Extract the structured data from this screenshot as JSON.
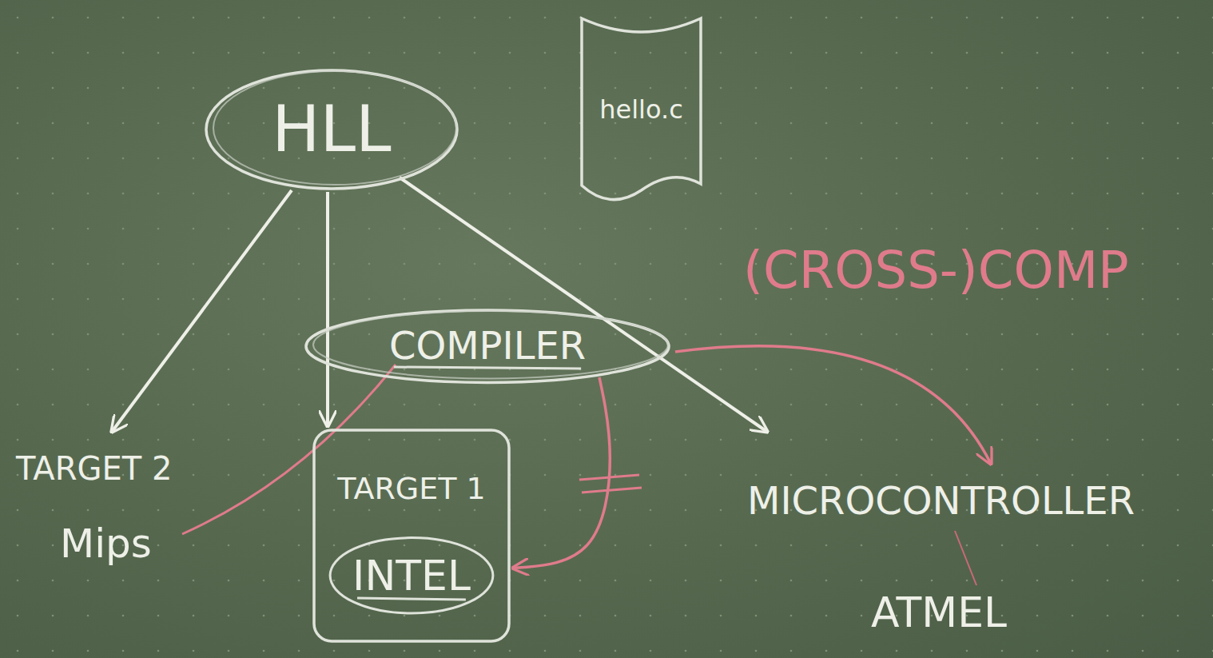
{
  "diagram": {
    "nodes": [
      {
        "text": [
          "HLL"
        ]
      },
      {
        "text": [
          "hello.c"
        ]
      },
      {
        "text": [
          "COMPILER"
        ]
      },
      {
        "text": [
          "TARGET 1",
          "INTEL"
        ]
      }
    ],
    "edges": [
      {
        "from": 0,
        "to": 3,
        "arrow": "to"
      },
      {
        "from": 2,
        "to": 3,
        "arrow": "to"
      }
    ],
    "labels": [
      "TARGET 2",
      "Mips",
      "(CROSS-)COMP",
      "MICROCONTROLLER",
      "ATMEL"
    ]
  }
}
